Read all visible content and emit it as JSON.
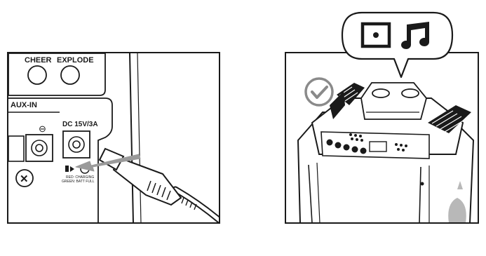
{
  "panel_left": {
    "buttons": [
      {
        "label": "CHEER"
      },
      {
        "label": "EXPLODE"
      }
    ],
    "aux_label": "AUX-IN",
    "minus_symbol": "⊖",
    "dc_label": "DC 15V/3A",
    "x_symbol": "✕",
    "battery_indicator": "🔋▶",
    "charge_note_line1": "RED: CHARGING",
    "charge_note_line2": "GREEN: BATT FULL"
  },
  "panel_right": {
    "speech_bubble_icons": [
      "screen-icon",
      "music-note-icon"
    ],
    "check_icon": "checkmark-icon"
  },
  "colors": {
    "ink": "#1a1a1a",
    "check": "#8a8a8a",
    "arrow": "#9a9a9a",
    "bg": "#ffffff"
  }
}
